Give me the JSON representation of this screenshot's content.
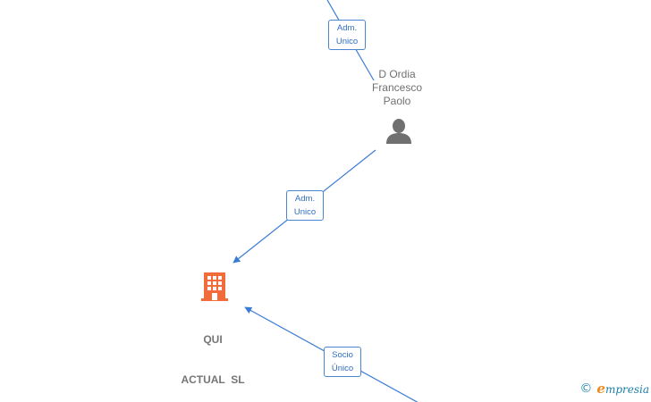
{
  "nodes": {
    "person": {
      "name_lines": [
        "D Ordia",
        "Francesco",
        "Paolo"
      ],
      "icon": "person-icon"
    },
    "company": {
      "name_lines": [
        "QUI",
        "ACTUAL  SL"
      ],
      "icon": "building-icon"
    }
  },
  "edges": {
    "top": {
      "lines": [
        "Adm.",
        "Unico"
      ]
    },
    "person_to_company": {
      "lines": [
        "Adm.",
        "Unico"
      ]
    },
    "bottom": {
      "lines": [
        "Socio",
        "Único"
      ]
    }
  },
  "brand": {
    "copyright": "©",
    "name_first": "e",
    "name_rest": "mpresia"
  },
  "colors": {
    "edge": "#3a7bd5",
    "edge_label_border": "#4a86d0",
    "person_icon": "#707070",
    "company_icon": "#f26b3a",
    "text_gray": "#707070"
  }
}
